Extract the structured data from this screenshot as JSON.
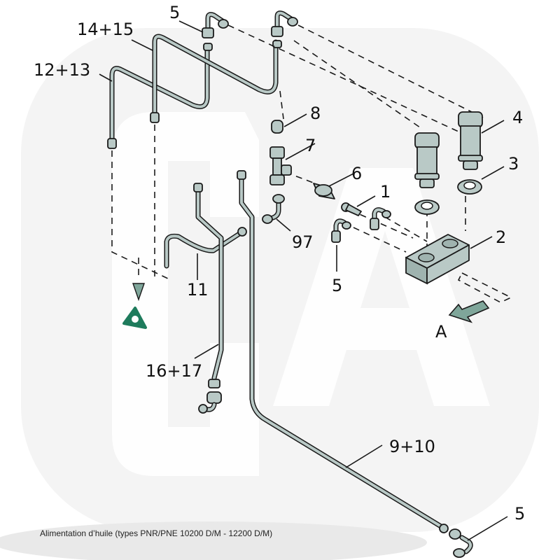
{
  "diagram": {
    "caption": "Alimentation d’huile (types PNR/PNE 10200 D/M - 12200 D/M)",
    "colors": {
      "part_fill": "#b9c9c6",
      "outline": "#1a1a1a",
      "accent_green": "#1e7b5c",
      "arrow_fill": "#7fa69a",
      "watermark": "#f2f2f2"
    },
    "labels": {
      "l5_top": "5",
      "l14_15": "14+15",
      "l12_13": "12+13",
      "l8": "8",
      "l7": "7",
      "l6": "6",
      "l4": "4",
      "l3": "3",
      "l1": "1",
      "l2": "2",
      "l97": "97",
      "l5_mid": "5",
      "l11": "11",
      "l16_17": "16+17",
      "l9_10": "9+10",
      "l5_bottom": "5",
      "view_a": "A"
    },
    "icons": {
      "view_arrow": "arrow-down-left-icon",
      "direction_marker": "triangle-pointer-icon",
      "ring_marker": "rounded-triangle-ring-icon"
    }
  }
}
